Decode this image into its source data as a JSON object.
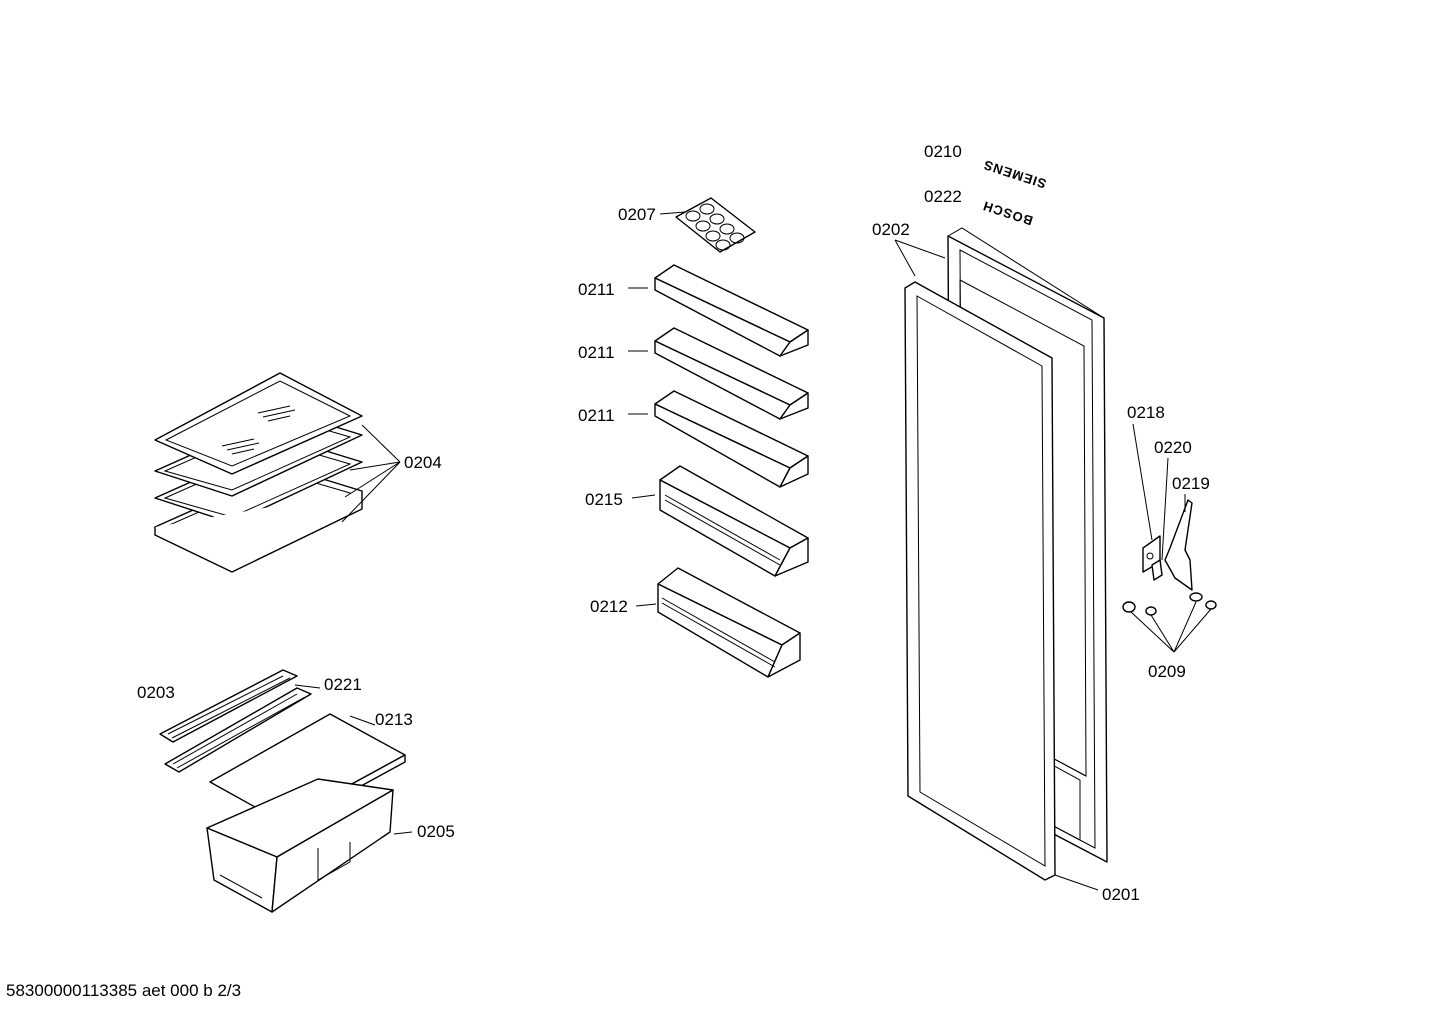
{
  "labels": {
    "l0201": "0201",
    "l0202": "0202",
    "l0203": "0203",
    "l0204": "0204",
    "l0205": "0205",
    "l0207": "0207",
    "l0209": "0209",
    "l0210": "0210",
    "l0211a": "0211",
    "l0211b": "0211",
    "l0211c": "0211",
    "l0212": "0212",
    "l0213": "0213",
    "l0215": "0215",
    "l0218": "0218",
    "l0219": "0219",
    "l0220": "0220",
    "l0221": "0221",
    "l0222": "0222"
  },
  "logos": {
    "siemens": "SIEMENS",
    "bosch": "BOSCH"
  },
  "footer": "58300000113385 aet 000 b 2/3"
}
